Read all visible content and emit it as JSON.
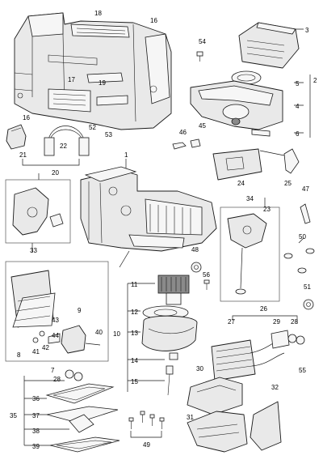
{
  "callouts": [
    "1",
    "2",
    "3",
    "4",
    "5",
    "6",
    "7",
    "8",
    "9",
    "10",
    "11",
    "12",
    "13",
    "14",
    "15",
    "16",
    "16",
    "17",
    "18",
    "19",
    "20",
    "21",
    "22",
    "23",
    "24",
    "25",
    "26",
    "27",
    "28",
    "28",
    "29",
    "30",
    "31",
    "32",
    "33",
    "34",
    "35",
    "36",
    "37",
    "38",
    "39",
    "40",
    "41",
    "42",
    "43",
    "44",
    "45",
    "46",
    "47",
    "48",
    "49",
    "50",
    "51",
    "52",
    "53",
    "54",
    "55",
    "56"
  ]
}
